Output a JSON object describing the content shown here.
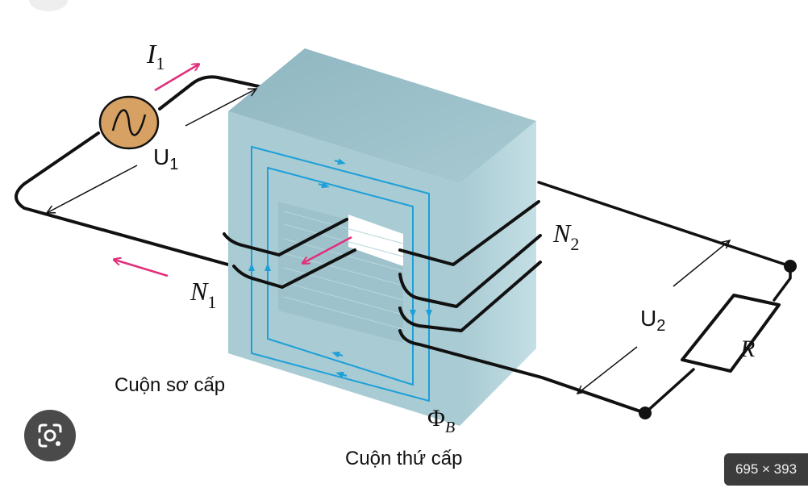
{
  "labels": {
    "i1": "I",
    "i1_sub": "1",
    "u1": "U",
    "u1_sub": "1",
    "n1": "N",
    "n1_sub": "1",
    "n2": "N",
    "n2_sub": "2",
    "u2": "U",
    "u2_sub": "2",
    "r": "R",
    "phi": "Φ",
    "phi_sub": "B",
    "primary_coil": "Cuộn sơ cấp",
    "secondary_coil": "Cuộn thứ cấp"
  },
  "overlay": {
    "image_size": "695 × 393"
  },
  "colors": {
    "core_front": "#a9cbd3",
    "core_top": "#98bdc7",
    "core_side": "#b7d6dd",
    "flux_line": "#1da0d8",
    "current_arrow": "#e0307a",
    "source_fill": "#d7a164",
    "wire": "#111111"
  }
}
